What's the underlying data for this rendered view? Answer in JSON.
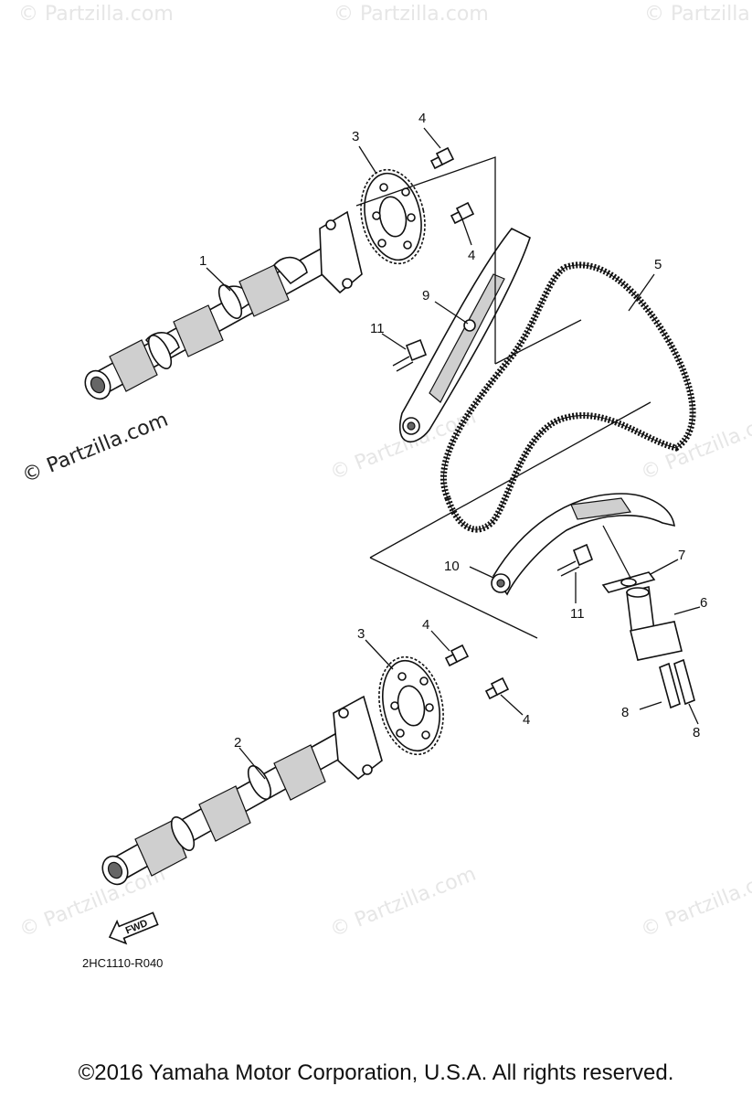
{
  "watermark": {
    "main_text": "© Partzilla.com",
    "faint_text": "© Partzilla.com"
  },
  "diagram": {
    "drawing_code": "2HC1110-R040",
    "fwd_label": "FWD",
    "callouts": [
      {
        "id": "c1",
        "label": "1"
      },
      {
        "id": "c2",
        "label": "2"
      },
      {
        "id": "c3a",
        "label": "3"
      },
      {
        "id": "c3b",
        "label": "3"
      },
      {
        "id": "c4a",
        "label": "4"
      },
      {
        "id": "c4b",
        "label": "4"
      },
      {
        "id": "c4c",
        "label": "4"
      },
      {
        "id": "c4d",
        "label": "4"
      },
      {
        "id": "c5",
        "label": "5"
      },
      {
        "id": "c6",
        "label": "6"
      },
      {
        "id": "c7",
        "label": "7"
      },
      {
        "id": "c8a",
        "label": "8"
      },
      {
        "id": "c8b",
        "label": "8"
      },
      {
        "id": "c9",
        "label": "9"
      },
      {
        "id": "c10",
        "label": "10"
      },
      {
        "id": "c11a",
        "label": "11"
      },
      {
        "id": "c11b",
        "label": "11"
      }
    ]
  },
  "footer": {
    "copyright": "©2016 Yamaha Motor Corporation, U.S.A. All rights reserved."
  },
  "colors": {
    "line": "#111111",
    "watermark": "#e6e6e6",
    "background": "#ffffff"
  }
}
